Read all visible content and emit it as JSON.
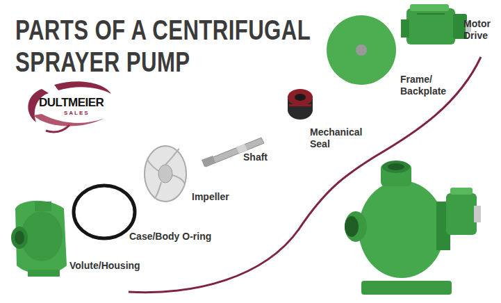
{
  "diagram": {
    "title": "PARTS OF A CENTRIFUGAL SPRAYER PUMP",
    "labels": [
      "DULTMEIER",
      "SALES",
      "Motor Drive",
      "Frame/ Backplate",
      "Mechanical Seal",
      "Shaft",
      "Impeller",
      "Case/Body O-ring",
      "Volute/Housing"
    ]
  }
}
